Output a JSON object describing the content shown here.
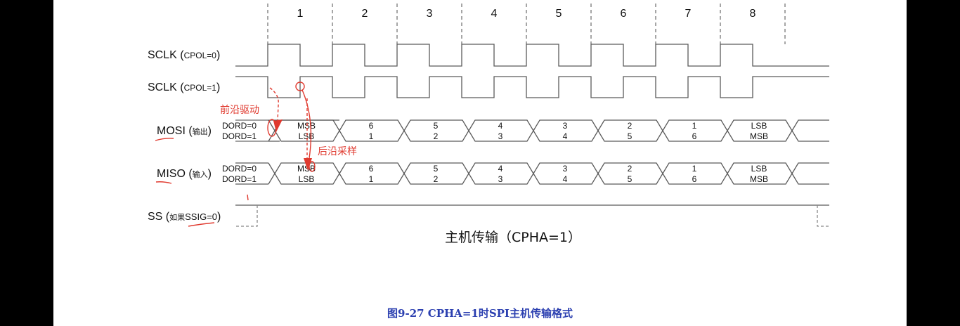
{
  "figure": {
    "subtitle": "主机传输（CPHA=1）",
    "caption": "图9-27 CPHA=1时SPI主机传输格式"
  },
  "clock_numbers": [
    "1",
    "2",
    "3",
    "4",
    "5",
    "6",
    "7",
    "8"
  ],
  "signals": {
    "sclk0": {
      "name": "SCLK (",
      "sub": "CPOL=0",
      "close": ")"
    },
    "sclk1": {
      "name": "SCLK (",
      "sub": "CPOL=1",
      "close": ")"
    },
    "mosi": {
      "name": "MOSI (",
      "sub": "输出",
      "close": ")"
    },
    "miso": {
      "name": "MISO (",
      "sub": "输入",
      "close": ")"
    },
    "ss": {
      "name": "SS (",
      "sub_cn": "如果",
      "sub": "SSIG=0",
      "close": ")"
    }
  },
  "dord": {
    "d0": "DORD=0",
    "d1": "DORD=1"
  },
  "bits": {
    "dord0": [
      "MSB",
      "6",
      "5",
      "4",
      "3",
      "2",
      "1",
      "LSB"
    ],
    "dord1": [
      "LSB",
      "1",
      "2",
      "3",
      "4",
      "5",
      "6",
      "MSB"
    ]
  },
  "annotations": {
    "leading_edge": "前沿驱动",
    "trailing_edge": "后沿采样"
  },
  "colors": {
    "line": "#5a5a5a",
    "annotation": "#e03a2f",
    "caption": "#2b3fb0",
    "background": "#ffffff",
    "letterbox": "#000000"
  }
}
